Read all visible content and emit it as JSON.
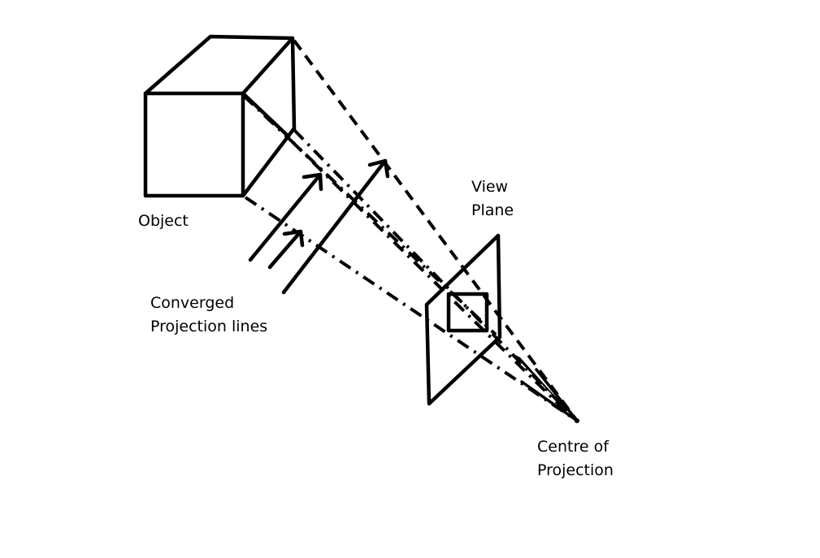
{
  "labels": {
    "object": "Object",
    "view_plane_line1": "View",
    "view_plane_line2": "Plane",
    "converged_line1": "Converged",
    "converged_line2": "Projection lines",
    "centre_line1": "Centre of",
    "centre_line2": "Projection"
  },
  "colors": {
    "ink": "#000000",
    "background": "#ffffff"
  }
}
